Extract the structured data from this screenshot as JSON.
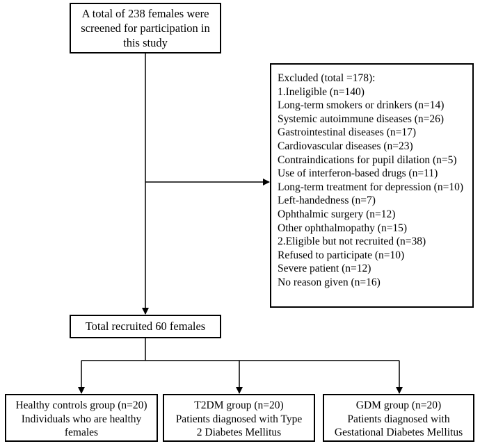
{
  "screening": {
    "lines": [
      "A total of 238 females were",
      "screened for participation in",
      "this study"
    ]
  },
  "exclusion": {
    "lines": [
      "Excluded (total =178):",
      "1.Ineligible (n=140)",
      "Long-term smokers or drinkers (n=14)",
      "Systemic autoimmune diseases (n=26)",
      "Gastrointestinal diseases (n=17)",
      "Cardiovascular diseases (n=23)",
      "Contraindications for pupil dilation (n=5)",
      "Use of interferon-based drugs (n=11)",
      "Long-term treatment for depression (n=10)",
      "Left-handedness (n=7)",
      "Ophthalmic surgery (n=12)",
      "Other ophthalmopathy (n=15)",
      "2.Eligible but not recruited (n=38)",
      "Refused to participate (n=10)",
      "Severe patient (n=12)",
      "No reason given (n=16)"
    ]
  },
  "recruited": {
    "label": "Total recruited 60 females"
  },
  "groups": [
    {
      "lines": [
        "Healthy controls group (n=20)",
        "Individuals who are healthy",
        "females"
      ]
    },
    {
      "lines": [
        "T2DM group (n=20)",
        "Patients diagnosed with Type",
        "2 Diabetes Mellitus"
      ]
    },
    {
      "lines": [
        "GDM group (n=20)",
        "Patients diagnosed with",
        "Gestational Diabetes Mellitus"
      ]
    }
  ]
}
